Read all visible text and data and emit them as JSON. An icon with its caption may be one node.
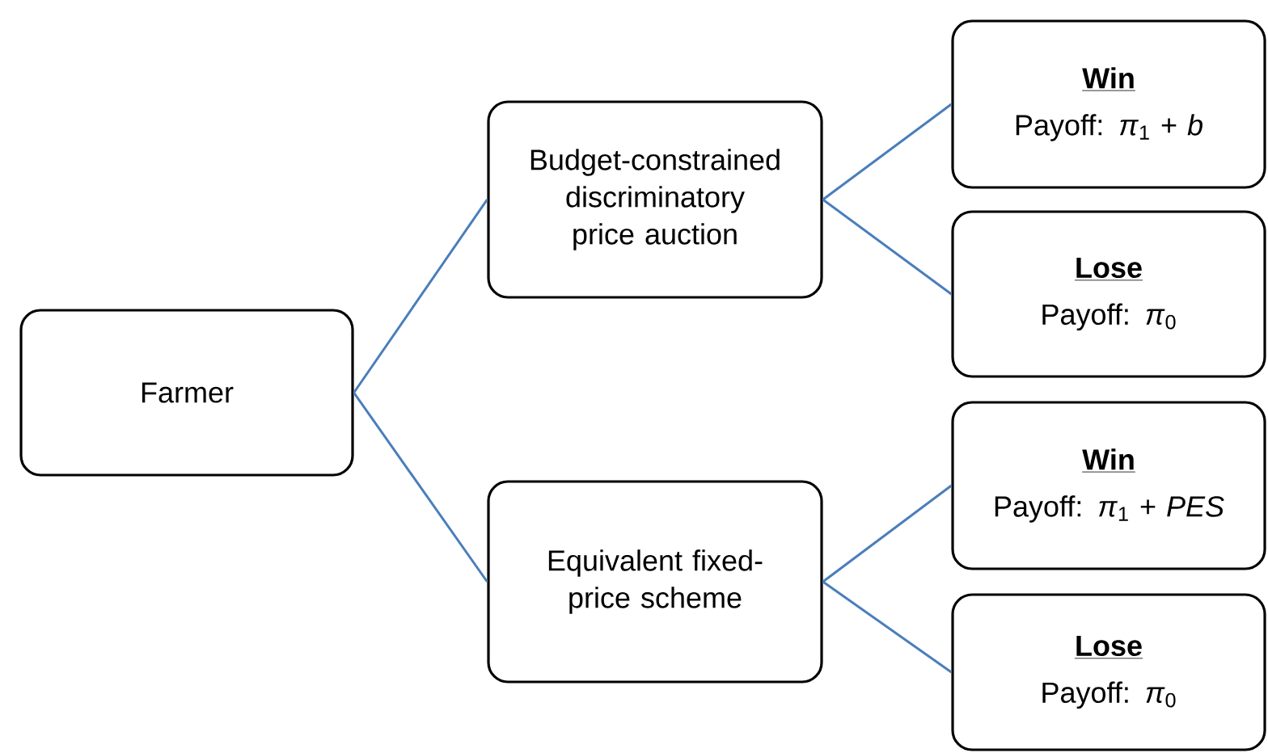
{
  "diagram": {
    "nodes": [
      {
        "text": [
          "Farmer"
        ]
      },
      {
        "text": [
          "Budget-constrained discriminatory price auction"
        ]
      },
      {
        "text": [
          "Equivalent fixed-price scheme"
        ]
      },
      {
        "text": [
          "Win",
          "Payoff: *π*$_{1}$ + *b*"
        ]
      },
      {
        "text": [
          "Lose",
          "Payoff: *π*$_{0}$"
        ]
      },
      {
        "text": [
          "Win",
          "Payoff: *π*$_{1}$ + *PES*"
        ]
      },
      {
        "text": [
          "Lose",
          "Payoff: *π*$_{0}$"
        ]
      }
    ],
    "edges": [
      {
        "from": 0,
        "to": 1,
        "arrow": "none"
      },
      {
        "from": 0,
        "to": 2,
        "arrow": "none"
      },
      {
        "from": 1,
        "to": 3,
        "arrow": "none"
      },
      {
        "from": 1,
        "to": 4,
        "arrow": "none"
      },
      {
        "from": 2,
        "to": 5,
        "arrow": "none"
      },
      {
        "from": 2,
        "to": 6,
        "arrow": "none"
      }
    ]
  }
}
